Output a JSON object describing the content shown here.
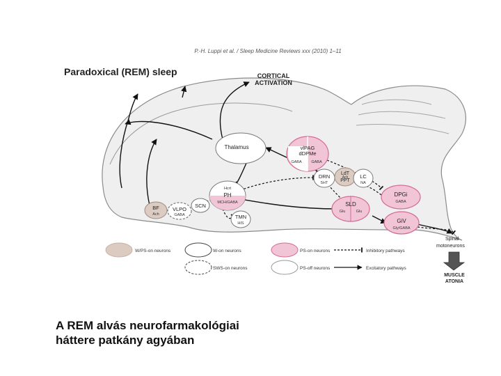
{
  "header": "P.-H. Luppi et al. / Sleep Medicine Reviews xxx (2010) 1–11",
  "figure_title": "Paradoxical (REM) sleep",
  "cortical_activation": [
    "CORTICAL",
    "ACTIVATION"
  ],
  "nodes": {
    "thalamus": "Thalamus",
    "vlpag": [
      "vlPAG",
      "dDPMe"
    ],
    "vlpag_sub": [
      "GABA",
      "GABA"
    ],
    "ldt": [
      "LdT",
      "PPT"
    ],
    "ldt_sub": "Ach",
    "drn": "DRN",
    "drn_sub": "5HT",
    "lc": "LC",
    "lc_sub": "NA",
    "dpgi": "DPGi",
    "dpgi_sub": "GABA",
    "sld": "SLD",
    "sld_sub": [
      "Glu",
      "Glu"
    ],
    "giv": "GiV",
    "giv_sub": "Gly/GABA",
    "hcrt": "Hcrt",
    "ph": "PH",
    "ph_sub": "MCH/GABA",
    "bf": "BF",
    "bf_sub": "Ach",
    "vlpo": "VLPO",
    "vlpo_sub": "GABA",
    "scn": "SCN",
    "tmn": "TMN",
    "tmn_sub": "HIS"
  },
  "spinal": [
    "Spinal",
    "motoneurons"
  ],
  "atonia": [
    "MUSCLE",
    "ATONIA"
  ],
  "legend": {
    "w_ps_on": "W/PS-on neurons",
    "w_on": "W-on neurons",
    "sws_on": "SWS-on neurons",
    "ps_on": "PS-on neurons",
    "ps_off": "PS-off neurons",
    "inhibitory": "Inhibitory pathways",
    "excitatory": "Excitatory pathways"
  },
  "colors": {
    "ps_on_fill": "#f1c5d5",
    "ps_on_stroke": "#d46a94",
    "w_ps_on_fill": "#dccbc1",
    "brain_fill": "#efefef",
    "outline": "#8a8a8a",
    "arrow_box": "#444444"
  },
  "caption": [
    "A REM alvás neurofarmakológiai",
    "háttere patkány agyában"
  ]
}
